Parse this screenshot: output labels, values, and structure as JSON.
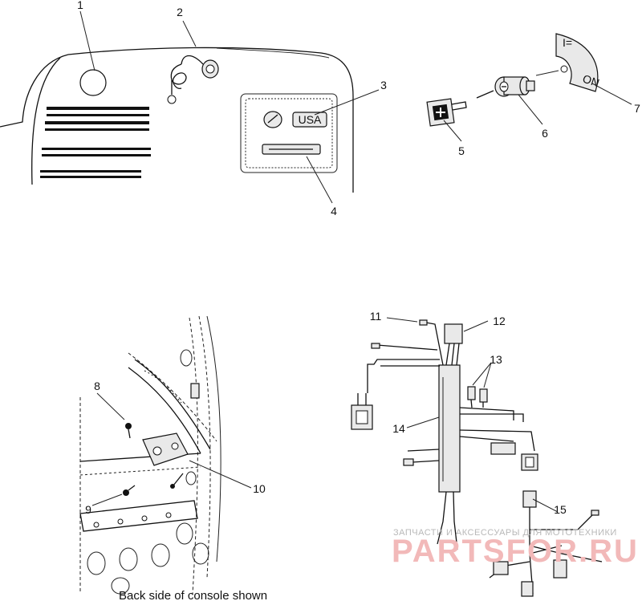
{
  "callouts": {
    "c1": "1",
    "c2": "2",
    "c3": "3",
    "c4": "4",
    "c5": "5",
    "c6": "6",
    "c7": "7",
    "c8": "8",
    "c9": "9",
    "c10": "10",
    "c11": "11",
    "c12": "12",
    "c13": "13",
    "c14": "14",
    "c15": "15"
  },
  "decal_text": "USA",
  "switch_plate": {
    "on": "ON"
  },
  "caption": "Back side of console shown",
  "watermark": {
    "line1": "ЗАПЧАСТИ И АКСЕССУАРЫ ДЛЯ МОТОТЕХНИКИ",
    "line2": "PARTSFOR.RU"
  }
}
